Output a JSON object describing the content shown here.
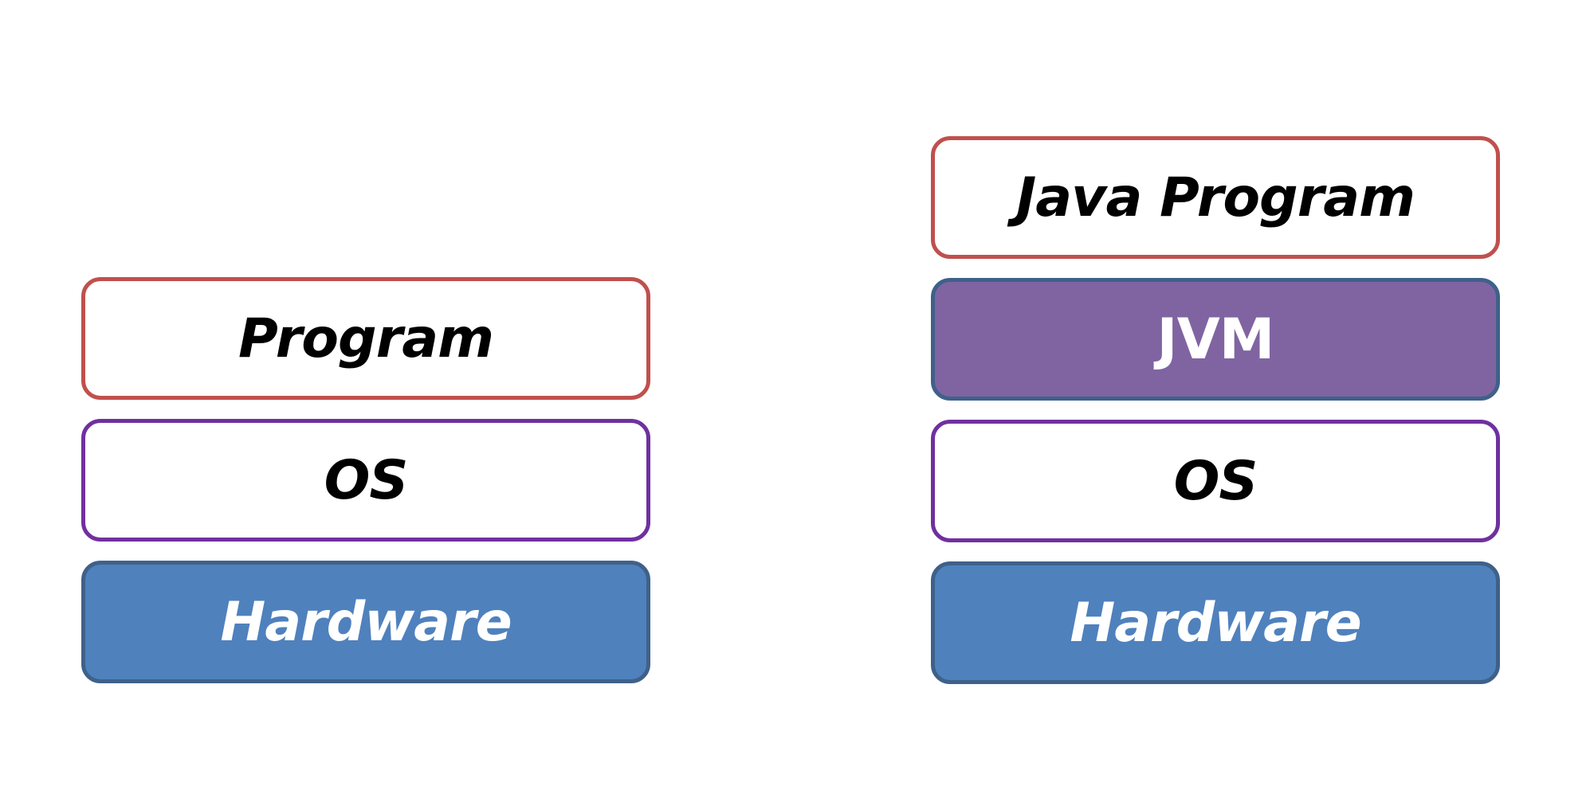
{
  "native_stack": {
    "layers": [
      {
        "label": "Program"
      },
      {
        "label": "OS"
      },
      {
        "label": "Hardware"
      }
    ]
  },
  "java_stack": {
    "layers": [
      {
        "label": "Java Program"
      },
      {
        "label": "JVM"
      },
      {
        "label": "OS"
      },
      {
        "label": "Hardware"
      }
    ]
  },
  "colors": {
    "program_border": "#c0504d",
    "os_border": "#7030a0",
    "hardware_fill": "#4f81bd",
    "jvm_fill": "#8064a2",
    "dark_border": "#3f6189"
  }
}
